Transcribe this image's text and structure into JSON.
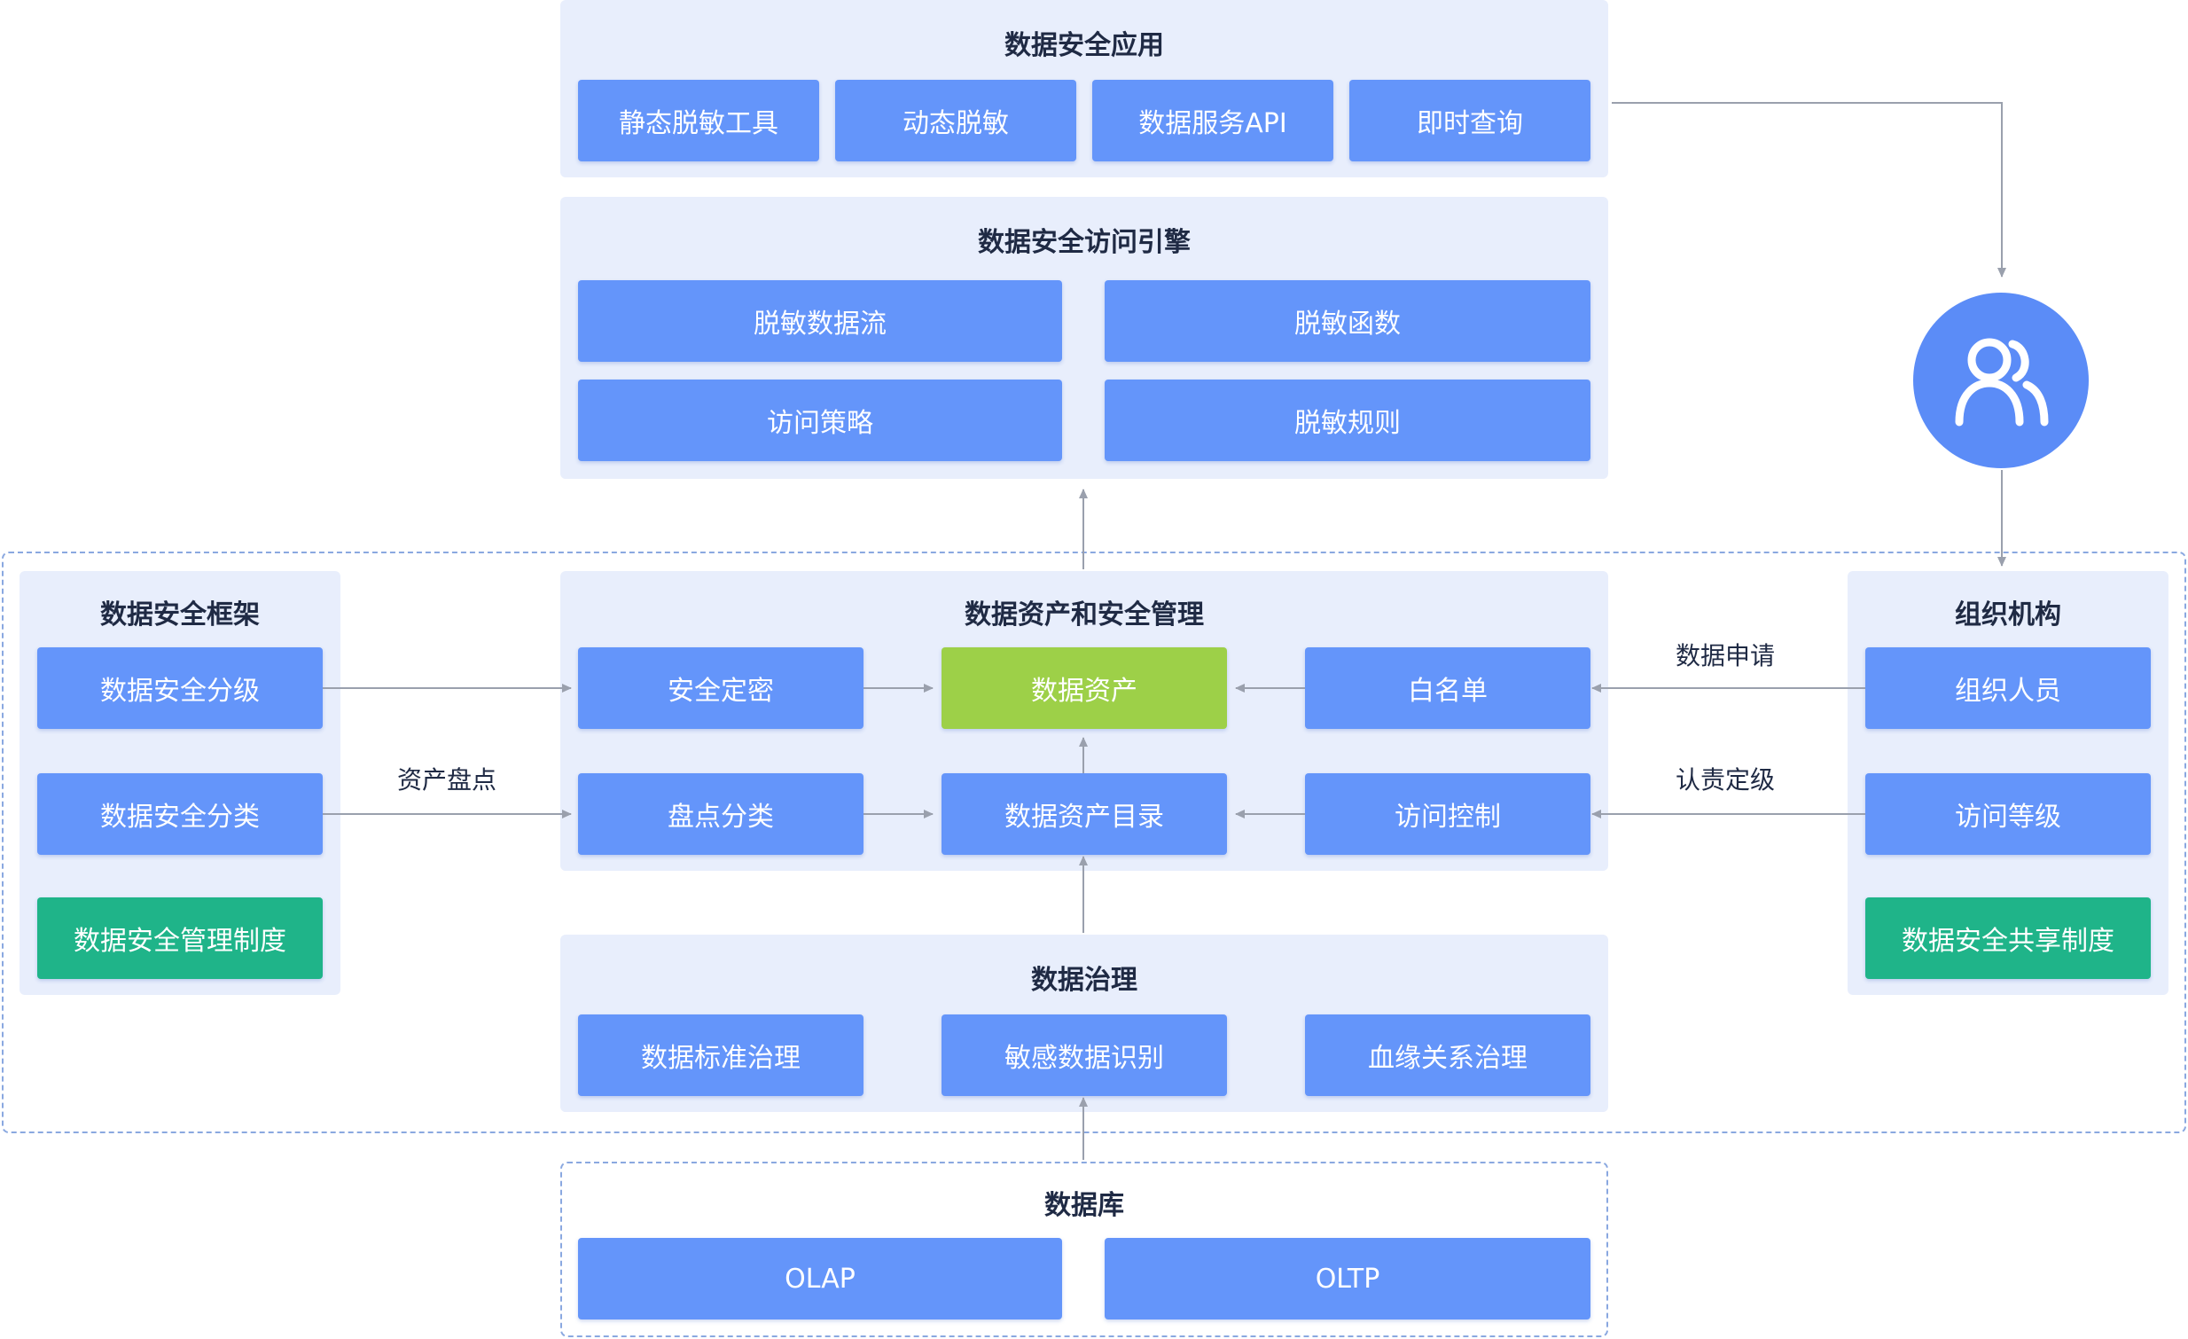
{
  "colors": {
    "panel_bg": "#e8eefc",
    "box_blue": "#6495fa",
    "box_green": "#9dd048",
    "box_teal": "#1fb489",
    "arrow": "#9aa0ad",
    "frame_dash": "#8aa8e0",
    "title_text": "#1f2a44"
  },
  "apps": {
    "title": "数据安全应用",
    "items": [
      "静态脱敏工具",
      "动态脱敏",
      "数据服务API",
      "即时查询"
    ]
  },
  "engine": {
    "title": "数据安全访问引擎",
    "items": [
      "脱敏数据流",
      "脱敏函数",
      "访问策略",
      "脱敏规则"
    ]
  },
  "user_icon": {
    "icon": "users-icon"
  },
  "framework": {
    "title": "数据安全框架",
    "items": [
      "数据安全分级",
      "数据安全分类",
      "数据安全管理制度"
    ]
  },
  "asset_mgmt": {
    "title": "数据资产和安全管理",
    "items": [
      "安全定密",
      "数据资产",
      "白名单",
      "盘点分类",
      "数据资产目录",
      "访问控制"
    ]
  },
  "org": {
    "title": "组织机构",
    "items": [
      "组织人员",
      "访问等级",
      "数据安全共享制度"
    ]
  },
  "governance": {
    "title": "数据治理",
    "items": [
      "数据标准治理",
      "敏感数据识别",
      "血缘关系治理"
    ]
  },
  "database": {
    "title": "数据库",
    "items": [
      "OLAP",
      "OLTP"
    ]
  },
  "edge_labels": {
    "asset_inventory": "资产盘点",
    "data_request": "数据申请",
    "accountability": "认责定级"
  }
}
